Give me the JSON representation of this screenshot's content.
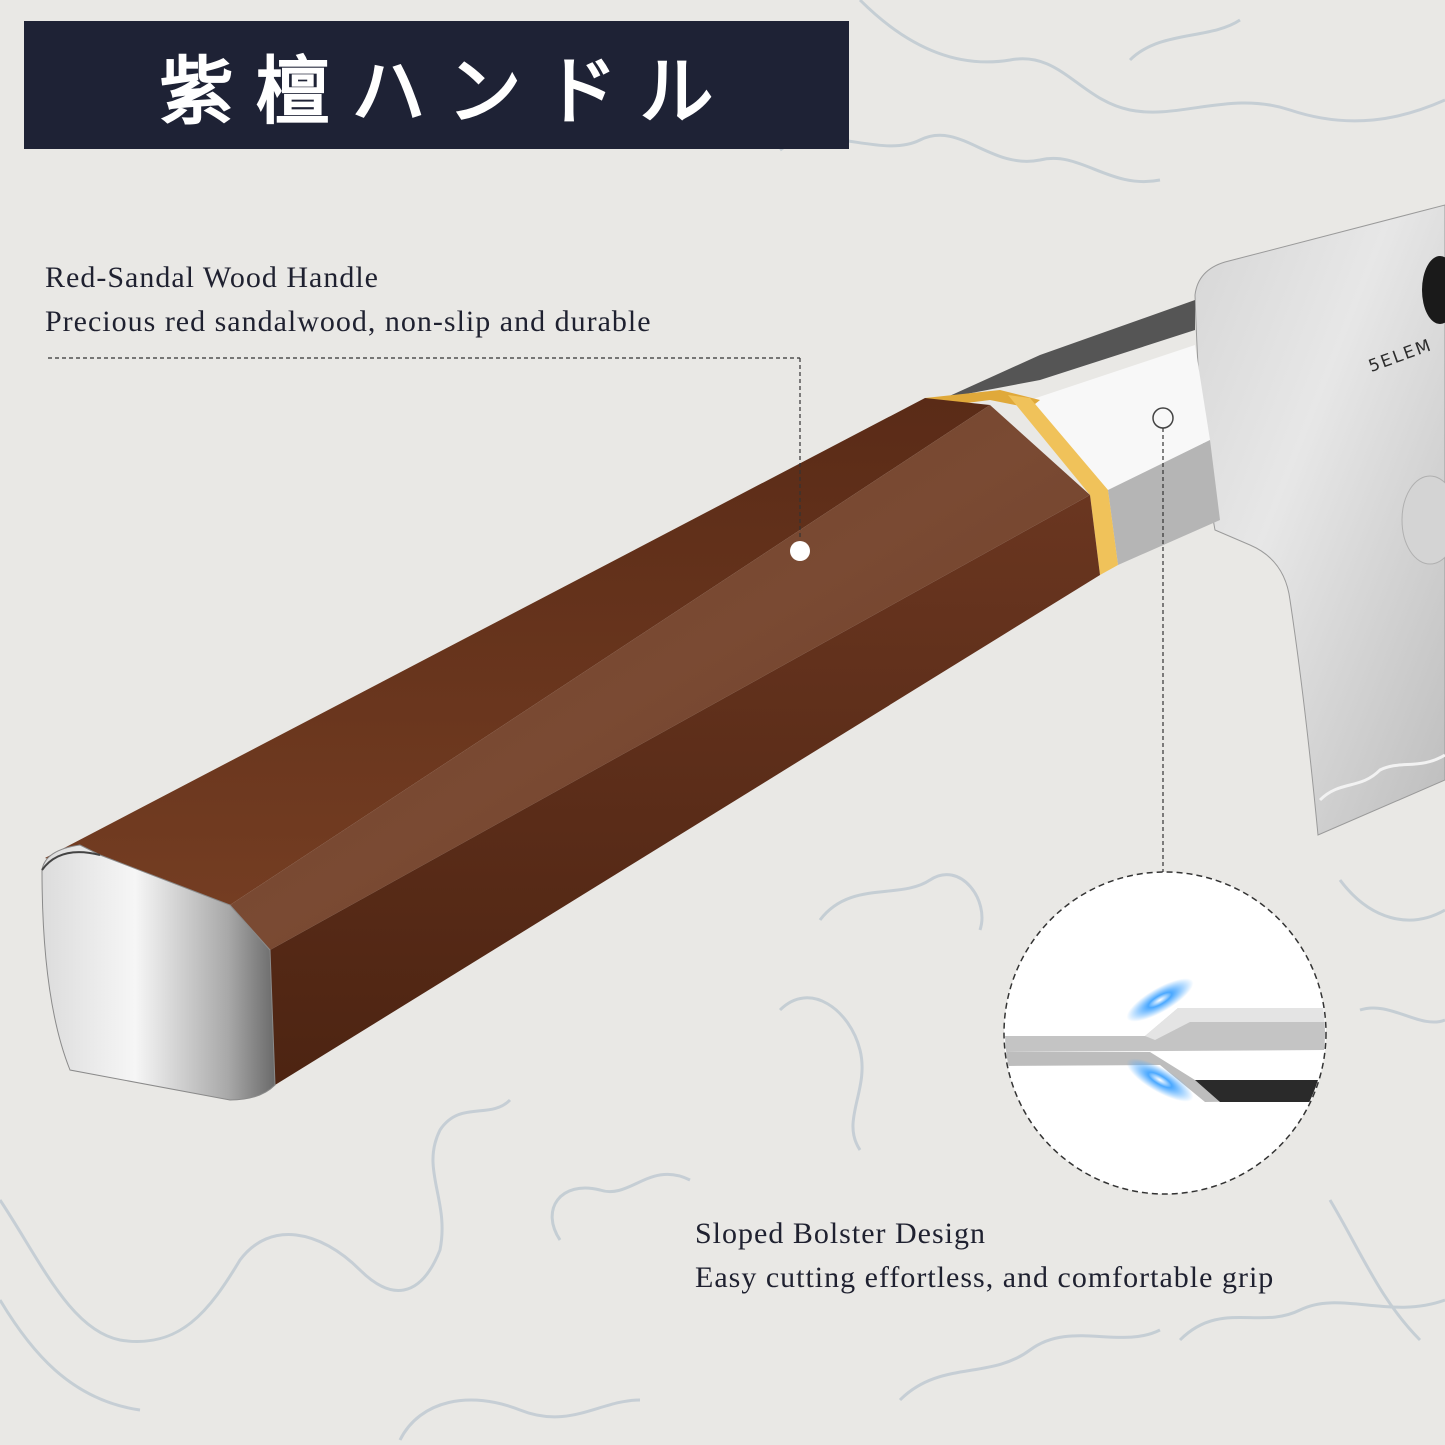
{
  "title": {
    "text": "紫檀ハンドル",
    "background": "#1e2235",
    "color": "#ffffff"
  },
  "features": [
    {
      "heading": "Red-Sandal Wood Handle",
      "description": "Precious red sandalwood, non-slip and durable"
    },
    {
      "heading": "Sloped Bolster Design",
      "description": "Easy cutting effortless, and comfortable grip"
    }
  ],
  "product": {
    "brand_mark": "5ELEM",
    "handle_color": "#6b3a22",
    "ring_color": "#e0a93a",
    "bolster_color": "#c9c9c9"
  },
  "detail_inset": {
    "label": "sloped-bolster-closeup",
    "glow_color": "#4aa8ff"
  }
}
